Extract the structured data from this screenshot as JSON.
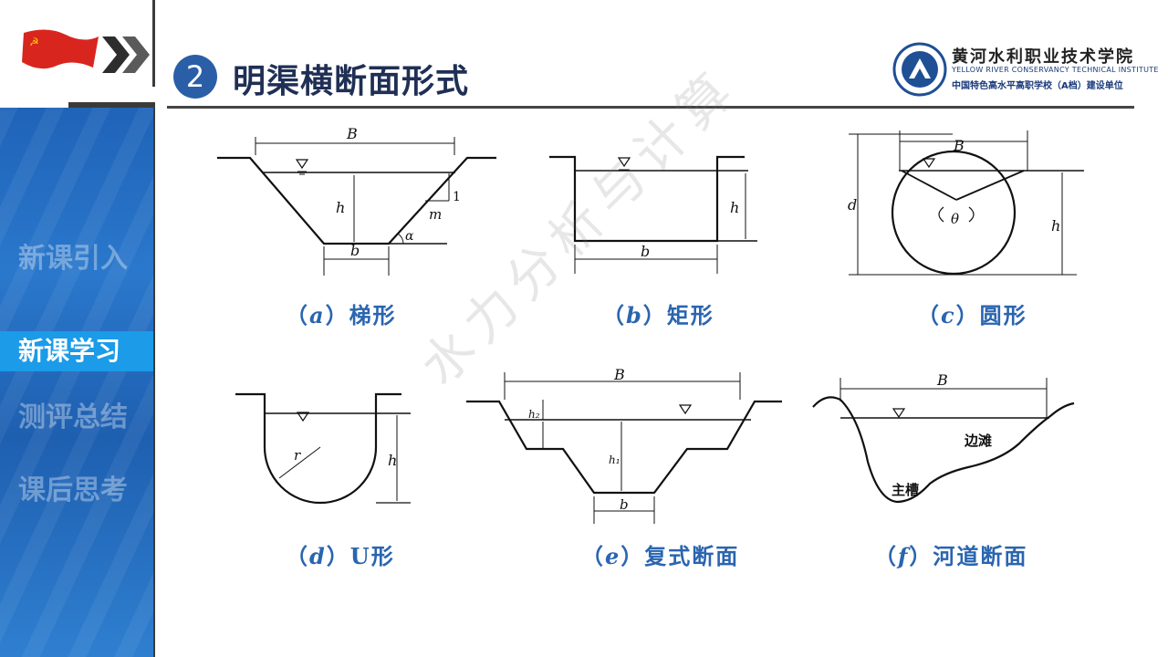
{
  "header": {
    "section_number": "2",
    "title": "明渠横断面形式",
    "logo": {
      "name": "黄河水利职业技术学院",
      "en": "YELLOW RIVER CONSERVANCY TECHNICAL INSTITUTE",
      "subtitle": "中国特色高水平高职学校（A档）建设单位"
    }
  },
  "nav": {
    "items": [
      {
        "label": "新课引入",
        "active": false
      },
      {
        "label": "新课学习",
        "active": true
      },
      {
        "label": "测评总结",
        "active": false
      },
      {
        "label": "课后思考",
        "active": false
      }
    ]
  },
  "figures": {
    "a": {
      "letter": "a",
      "name": "梯形",
      "labels": {
        "B": "B",
        "h": "h",
        "b": "b",
        "m": "m",
        "one": "1",
        "alpha": "α"
      }
    },
    "b": {
      "letter": "b",
      "name": "矩形",
      "labels": {
        "h": "h",
        "b": "b"
      }
    },
    "c": {
      "letter": "c",
      "name": "圆形",
      "labels": {
        "B": "B",
        "d": "d",
        "h": "h",
        "theta": "θ"
      }
    },
    "d": {
      "letter": "d",
      "name": "U形",
      "labels": {
        "r": "r",
        "h": "h"
      }
    },
    "e": {
      "letter": "e",
      "name": "复式断面",
      "labels": {
        "B": "B",
        "h2": "h₂",
        "h1": "h₁",
        "b": "b"
      }
    },
    "f": {
      "letter": "f",
      "name": "河道断面",
      "labels": {
        "B": "B",
        "bank": "边滩",
        "channel": "主槽"
      }
    }
  },
  "watermark": "水力分析与计算"
}
